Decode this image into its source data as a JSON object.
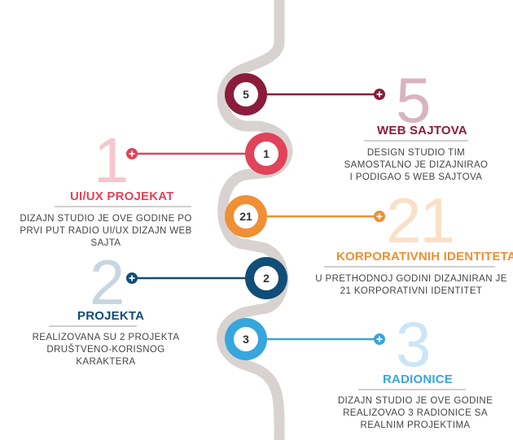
{
  "colors": {
    "path": "#d8d3d1",
    "c5": "#8b1c3c",
    "c1": "#e0435a",
    "c21": "#f08f34",
    "c2": "#104e78",
    "c3": "#37a6dd",
    "title_line": "#cfcfcf"
  },
  "items": [
    {
      "key": "c5",
      "number": "5",
      "big_number": "5",
      "title": "WEB SAJTOVA",
      "desc": [
        "DESIGN STUDIO TIM",
        "SAMOSTALNO JE DIZAJNIRAO",
        "I PODIGAO 5 WEB SAJTOVA"
      ]
    },
    {
      "key": "c1",
      "number": "1",
      "big_number": "1",
      "title": "UI/UX PROJEKAT",
      "desc": [
        "DIZAJN STUDIO JE OVE GODINE PO",
        "PRVI PUT RADIO UI/UX DIZAJN WEB",
        "SAJTA"
      ]
    },
    {
      "key": "c21",
      "number": "21",
      "big_number": "21",
      "title": "KORPORATIVNIH IDENTITETA",
      "desc": [
        "U PRETHODNOJ GODINI DIZAJNIRAN JE",
        "21  KORPORATIVNI IDENTITET"
      ]
    },
    {
      "key": "c2",
      "number": "2",
      "big_number": "2",
      "title": "PROJEKTA",
      "desc": [
        "REALIZOVANA SU 2 PROJEKTA",
        "DRUŠTVENO-KORISNOG",
        "KARAKTERA"
      ]
    },
    {
      "key": "c3",
      "number": "3",
      "big_number": "3",
      "title": "RADIONICE",
      "desc": [
        "DIZAJN STUDIO JE OVE GODINE",
        "REALIZOVAO 3 RADIONICE SA",
        "REALNIM PROJEKTIMA"
      ]
    }
  ]
}
